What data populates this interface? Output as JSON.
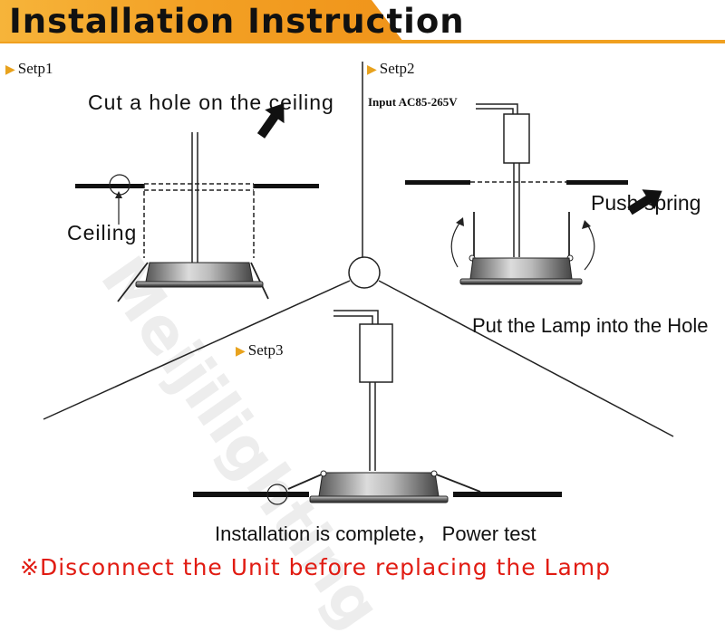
{
  "title": "Installation Instruction",
  "steps": {
    "step1": "Setp1",
    "step2": "Setp2",
    "step3": "Setp3"
  },
  "labels": {
    "cut_hole": "Cut a hole on the ceiling",
    "ceiling": "Ceiling",
    "input_voltage": "Input AC85-265V",
    "push_spring": "Push spring",
    "put_lamp": "Put the Lamp into the Hole",
    "complete": "Installation is complete， Power test"
  },
  "warning": "※Disconnect the Unit before replacing the Lamp",
  "watermark": "Meijilighting",
  "colors": {
    "banner_orange": "#f0a020",
    "banner_dark": "#2a2a2a",
    "warning_red": "#e11b12",
    "step_arrow": "#e8a21d"
  }
}
